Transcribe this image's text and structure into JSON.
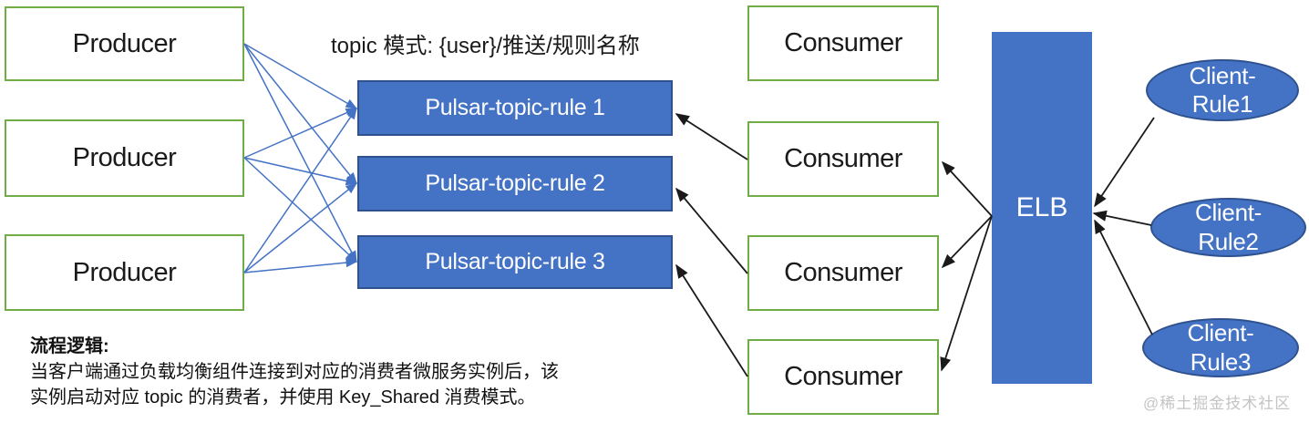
{
  "theme": {
    "bg": "#ffffff",
    "node_blue": "#4472C4",
    "node_blue_border": "#2F528F",
    "green_border": "#70AD47",
    "edge_blue": "#4472C4",
    "edge_black": "#1a1a1a",
    "text_dark": "#1a1a1a",
    "text_light": "#ffffff",
    "watermark_color": "#c4c4c4"
  },
  "title": {
    "topic_pattern": "topic 模式: {user}/推送/规则名称"
  },
  "producers": [
    {
      "label": "Producer"
    },
    {
      "label": "Producer"
    },
    {
      "label": "Producer"
    }
  ],
  "topics": [
    {
      "label": "Pulsar-topic-rule 1"
    },
    {
      "label": "Pulsar-topic-rule 2"
    },
    {
      "label": "Pulsar-topic-rule 3"
    }
  ],
  "consumers": [
    {
      "label": "Consumer"
    },
    {
      "label": "Consumer"
    },
    {
      "label": "Consumer"
    },
    {
      "label": "Consumer"
    }
  ],
  "load_balancer": {
    "label": "ELB"
  },
  "clients": [
    {
      "label": "Client-Rule1",
      "line1": "Client-",
      "line2": "Rule1"
    },
    {
      "label": "Client-Rule2",
      "line1": "Client-",
      "line2": "Rule2"
    },
    {
      "label": "Client-Rule3",
      "line1": "Client-",
      "line2": "Rule3"
    }
  ],
  "connections": {
    "producer_to_topic": [
      [
        0,
        0
      ],
      [
        0,
        1
      ],
      [
        0,
        2
      ],
      [
        1,
        0
      ],
      [
        1,
        1
      ],
      [
        1,
        2
      ],
      [
        2,
        0
      ],
      [
        2,
        1
      ],
      [
        2,
        2
      ]
    ],
    "consumer_to_topic": [
      [
        1,
        0
      ],
      [
        2,
        1
      ],
      [
        3,
        2
      ]
    ],
    "elb_to_consumer": [
      1,
      2,
      3
    ],
    "client_to_elb": [
      0,
      1,
      2
    ]
  },
  "notes": {
    "heading": "流程逻辑:",
    "lines": [
      "当客户端通过负载均衡组件连接到对应的消费者微服务实例后，该",
      "实例启动对应 topic 的消费者，并使用 Key_Shared 消费模式。"
    ]
  },
  "watermark": "@稀土掘金技术社区"
}
